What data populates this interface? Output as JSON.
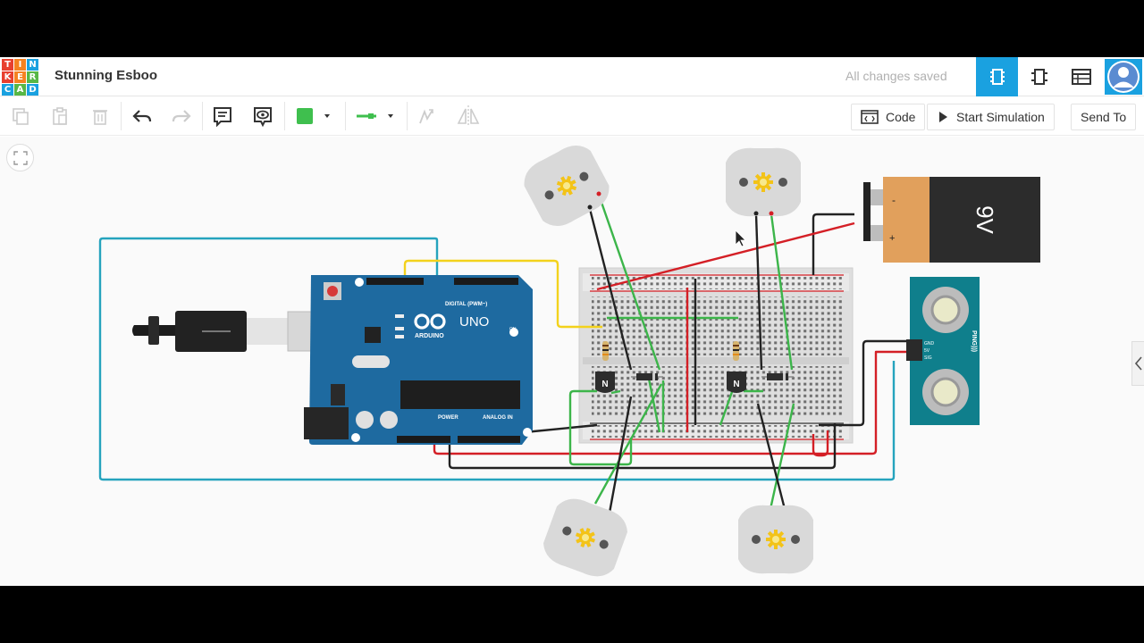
{
  "app": {
    "logo_letters": [
      "T",
      "I",
      "N",
      "K",
      "E",
      "R",
      "C",
      "A",
      "D"
    ],
    "logo_colors": [
      "#e8402f",
      "#f58220",
      "#1aa1e0",
      "#e8402f",
      "#f58220",
      "#57b746",
      "#1aa1e0",
      "#57b746",
      "#1aa1e0"
    ],
    "project_title": "Stunning Esboo",
    "save_status": "All changes saved",
    "accent": "#1aa1e0"
  },
  "header": {
    "views": [
      {
        "name": "circuit-view",
        "active": true
      },
      {
        "name": "schematic-view",
        "active": false
      },
      {
        "name": "component-list-view",
        "active": false
      }
    ]
  },
  "toolbar": {
    "tools": [
      {
        "name": "copy-icon",
        "enabled": false
      },
      {
        "name": "paste-icon",
        "enabled": false
      },
      {
        "name": "delete-icon",
        "enabled": false
      },
      {
        "name": "undo-icon",
        "enabled": true
      },
      {
        "name": "redo-icon",
        "enabled": false
      },
      {
        "name": "notes-icon",
        "enabled": true
      },
      {
        "name": "notes-visibility-icon",
        "enabled": true
      },
      {
        "name": "wire-color",
        "color": "#3fbf4e"
      },
      {
        "name": "wire-type",
        "color": "#3fbf4e"
      },
      {
        "name": "rotate-icon",
        "enabled": false
      },
      {
        "name": "flip-icon",
        "enabled": false
      }
    ],
    "code_label": "Code",
    "start_simulation_label": "Start Simulation",
    "send_to_label": "Send To"
  },
  "circuit": {
    "arduino": {
      "brand": "ARDUINO",
      "model": "UNO",
      "digital_label": "DIGITAL (PWM~)",
      "power_label": "POWER",
      "analog_label": "ANALOG IN",
      "on_label": "ON",
      "color": "#1e6aa0"
    },
    "battery": {
      "label": "9V",
      "minus": "-",
      "plus": "+"
    },
    "sensor": {
      "name": "PING)))",
      "pins": [
        "GND",
        "5V",
        "SIG"
      ]
    },
    "transistor_label": "N",
    "motor_count": 4,
    "wire_colors": {
      "red": "#d41f26",
      "black": "#222222",
      "green": "#3cb54a",
      "yellow": "#f3d21c",
      "cyan": "#25a3bd"
    }
  }
}
